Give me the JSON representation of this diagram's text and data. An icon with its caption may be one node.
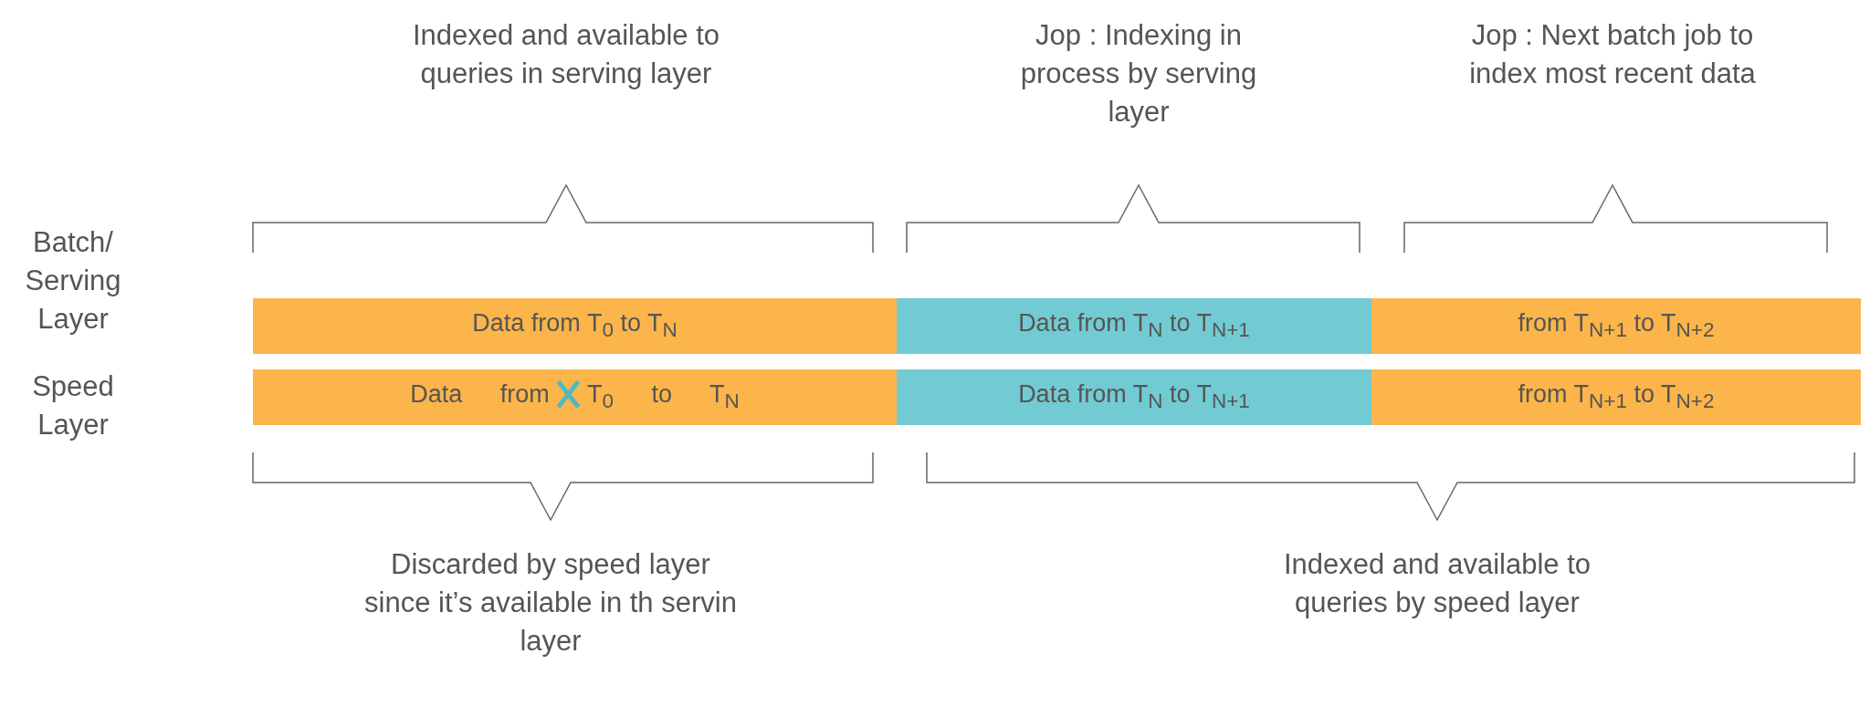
{
  "diagram": {
    "nodes": [
      {
        "text": [
          "Data from T$_{0}$ to T$_{N}$"
        ]
      },
      {
        "text": [
          "Data from T$_{N}$ to T$_{N+1}$"
        ]
      },
      {
        "text": [
          "from T$_{N+1}$ to T$_{N+2}$"
        ]
      },
      {
        "text": [
          "Data from T$_{0}$ to T$_{N}$"
        ]
      },
      {
        "text": [
          "Data from T$_{N}$ to T$_{N+1}$"
        ]
      },
      {
        "text": [
          "from T$_{N+1}$ to T$_{N+2}$"
        ]
      }
    ],
    "edges": [],
    "labels": [
      "Indexed and available to queries in serving layer",
      "Jop : Indexing in process by serving layer",
      "Jop : Next batch job to index most recent data",
      "Batch/ Serving Layer",
      "Speed Layer",
      "Discarded by speed layer since it’s available in th servin layer",
      "Indexed and available to queries by speed layer"
    ]
  }
}
